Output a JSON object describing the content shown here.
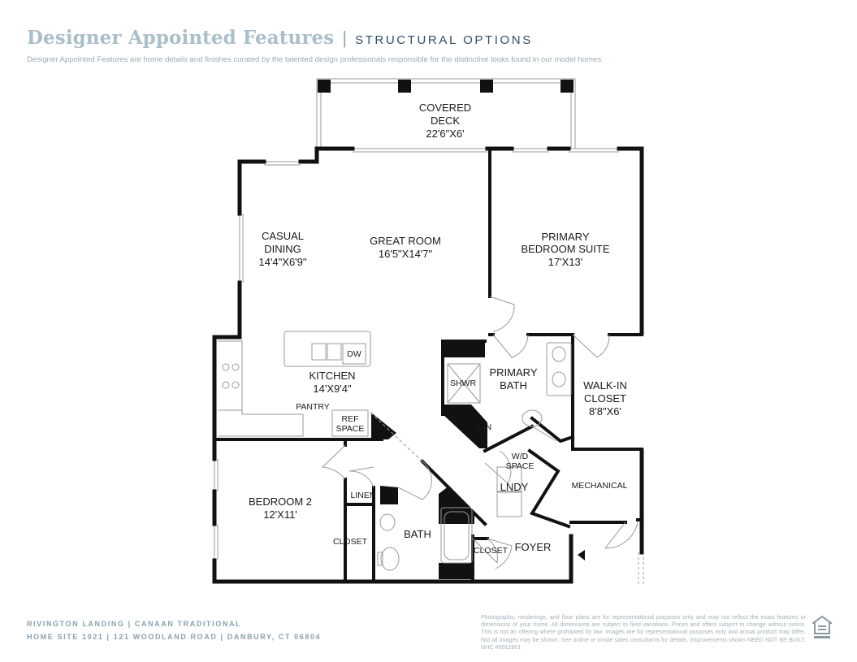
{
  "header": {
    "title": "Designer Appointed Features",
    "section": "STRUCTURAL OPTIONS",
    "subtitle": "Designer Appointed Features are home details and finishes curated by the talented design professionals responsible for the distinctive looks found in our model homes."
  },
  "rooms": {
    "covered_deck": [
      "COVERED",
      "DECK",
      "22'6\"X6'"
    ],
    "casual_dining": [
      "CASUAL",
      "DINING",
      "14'4\"X6'9\""
    ],
    "great_room": [
      "GREAT ROOM",
      "16'5\"X14'7\""
    ],
    "primary_suite": [
      "PRIMARY",
      "BEDROOM SUITE",
      "17'X13'"
    ],
    "kitchen": [
      "KITCHEN",
      "14'X9'4\""
    ],
    "primary_bath": [
      "PRIMARY",
      "BATH"
    ],
    "walk_in_closet": [
      "WALK-IN",
      "CLOSET",
      "8'8\"X6'"
    ],
    "bedroom2": [
      "BEDROOM 2",
      "12'X11'"
    ],
    "bath": "BATH",
    "lndy": "LNDY",
    "foyer": "FOYER",
    "mechanical": "MECHANICAL",
    "closet_bed2": "CLOSET",
    "closet_foyer": "CLOSET",
    "linen": "LINEN",
    "lin": "LIN",
    "shwr": "SHWR",
    "wd_space": [
      "W/D",
      "SPACE"
    ],
    "dw": "DW",
    "pantry": "PANTRY",
    "ref_space": [
      "REF",
      "SPACE"
    ]
  },
  "footer": {
    "community": "RIVINGTON LANDING  |  CANAAN TRADITIONAL",
    "address": "HOME SITE 1021  |  121 WOODLAND ROAD  |  DANBURY, CT 06804",
    "disclaimer": "Photographs, renderings, and floor plans are for representational purposes only and may not reflect the exact features or dimensions of your home. All dimensions are subject to field variations. Prices and offers subject to change without notice. This is not an offering where prohibited by law. Images are for representational purposes only and actual product may differ. Not all images may be shown. See online or onsite sales consultants for details. Improvements shown NEED NOT BE BUILT. NHC #0012901"
  },
  "colors": {
    "title": "#a9bfc9",
    "section": "#2f4f6b",
    "wall": "#111111"
  },
  "icons": {
    "equal_housing": "equal-housing-icon"
  }
}
